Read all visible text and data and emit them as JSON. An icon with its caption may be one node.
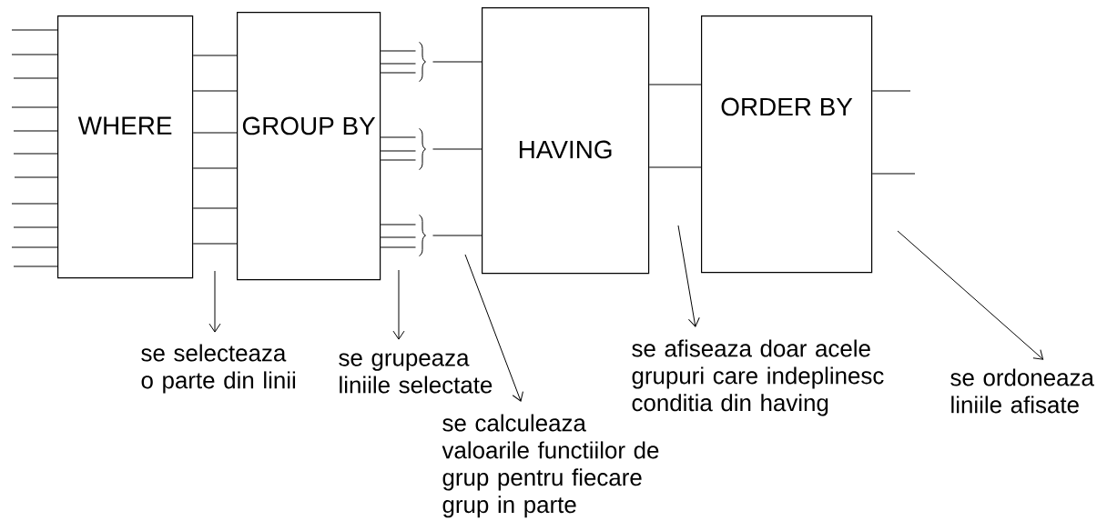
{
  "diagram": {
    "nodes": [
      {
        "text": [
          "WHERE"
        ]
      },
      {
        "text": [
          "GROUP BY"
        ]
      },
      {
        "text": [
          "HAVING"
        ]
      },
      {
        "text": [
          "ORDER BY"
        ]
      },
      {
        "text": [],
        "shape": "brace"
      },
      {
        "text": [],
        "shape": "brace"
      },
      {
        "text": [],
        "shape": "brace"
      },
      {
        "text": [
          "se selecteaza o parte din linii"
        ]
      },
      {
        "text": [
          "se grupeaza liniile selectate"
        ]
      },
      {
        "text": [
          "se calculeaza valoarile functiilor de grup pentru fiecare grup in parte"
        ]
      },
      {
        "text": [
          "se afiseaza doar acele grupuri care indeplinesc conditia din having"
        ]
      },
      {
        "text": [
          "se ordoneaza liniile afisate"
        ]
      }
    ],
    "edges": [
      {
        "from": null,
        "to": 0,
        "arrow": "none"
      },
      {
        "from": null,
        "to": 0,
        "arrow": "none"
      },
      {
        "from": null,
        "to": 0,
        "arrow": "none"
      },
      {
        "from": null,
        "to": 0,
        "arrow": "none"
      },
      {
        "from": null,
        "to": 0,
        "arrow": "none"
      },
      {
        "from": null,
        "to": 0,
        "arrow": "none"
      },
      {
        "from": null,
        "to": 0,
        "arrow": "none"
      },
      {
        "from": null,
        "to": 0,
        "arrow": "none"
      },
      {
        "from": null,
        "to": 0,
        "arrow": "none"
      },
      {
        "from": null,
        "to": 0,
        "arrow": "none"
      },
      {
        "from": null,
        "to": 0,
        "arrow": "none"
      },
      {
        "from": 0,
        "to": 1,
        "arrow": "none"
      },
      {
        "from": 0,
        "to": 1,
        "arrow": "none"
      },
      {
        "from": 0,
        "to": 1,
        "arrow": "none"
      },
      {
        "from": 0,
        "to": 1,
        "arrow": "none"
      },
      {
        "from": 0,
        "to": 1,
        "arrow": "none"
      },
      {
        "from": 0,
        "to": 1,
        "arrow": "none"
      },
      {
        "from": 1,
        "to": 4,
        "arrow": "none"
      },
      {
        "from": 1,
        "to": 4,
        "arrow": "none"
      },
      {
        "from": 1,
        "to": 4,
        "arrow": "none"
      },
      {
        "from": 1,
        "to": 5,
        "arrow": "none"
      },
      {
        "from": 1,
        "to": 5,
        "arrow": "none"
      },
      {
        "from": 1,
        "to": 5,
        "arrow": "none"
      },
      {
        "from": 1,
        "to": 6,
        "arrow": "none"
      },
      {
        "from": 1,
        "to": 6,
        "arrow": "none"
      },
      {
        "from": 1,
        "to": 6,
        "arrow": "none"
      },
      {
        "from": 4,
        "to": 2,
        "arrow": "none"
      },
      {
        "from": 5,
        "to": 2,
        "arrow": "none"
      },
      {
        "from": 6,
        "to": 2,
        "arrow": "none"
      },
      {
        "from": 2,
        "to": 3,
        "arrow": "none"
      },
      {
        "from": 2,
        "to": 3,
        "arrow": "none"
      },
      {
        "from": 3,
        "to": null,
        "arrow": "none"
      },
      {
        "from": 3,
        "to": null,
        "arrow": "none"
      },
      {
        "from": null,
        "to": 7,
        "arrow": "to"
      },
      {
        "from": null,
        "to": 8,
        "arrow": "to"
      },
      {
        "from": null,
        "to": 9,
        "arrow": "to"
      },
      {
        "from": null,
        "to": 10,
        "arrow": "to"
      },
      {
        "from": null,
        "to": 11,
        "arrow": "to"
      }
    ]
  }
}
